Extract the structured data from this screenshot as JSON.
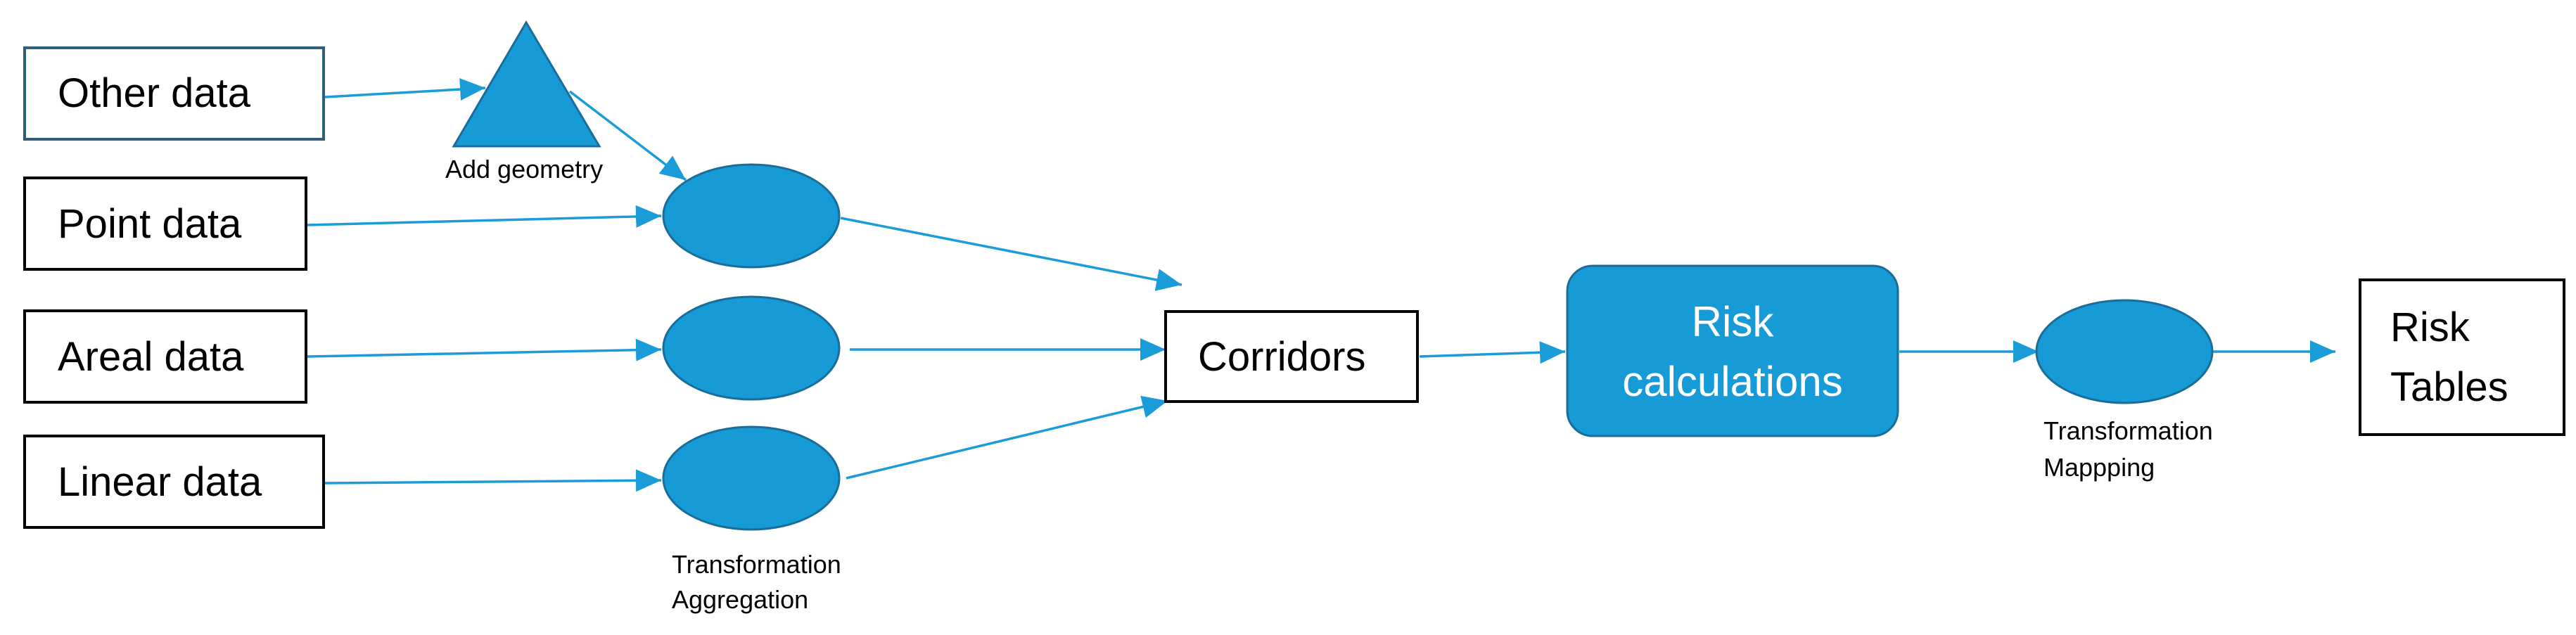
{
  "inputs": {
    "other": "Other data",
    "point": "Point data",
    "areal": "Areal data",
    "linear": "Linear data"
  },
  "labels": {
    "add_geometry": "Add geometry",
    "transformation_aggregation_line1": "Transformation",
    "transformation_aggregation_line2": "Aggregation",
    "transformation_mapping_line1": "Transformation",
    "transformation_mapping_line2": "Mappping"
  },
  "nodes": {
    "corridors": "Corridors",
    "risk_calc_line1": "Risk",
    "risk_calc_line2": "calculations",
    "risk_tables_line1": "Risk",
    "risk_tables_line2": "Tables"
  },
  "colors": {
    "accent": "#1a9cd8",
    "shape_fill": "#179bd7",
    "shape_stroke": "#1a6d99",
    "box_border": "#000000",
    "other_box_border": "#2e5d7d"
  }
}
